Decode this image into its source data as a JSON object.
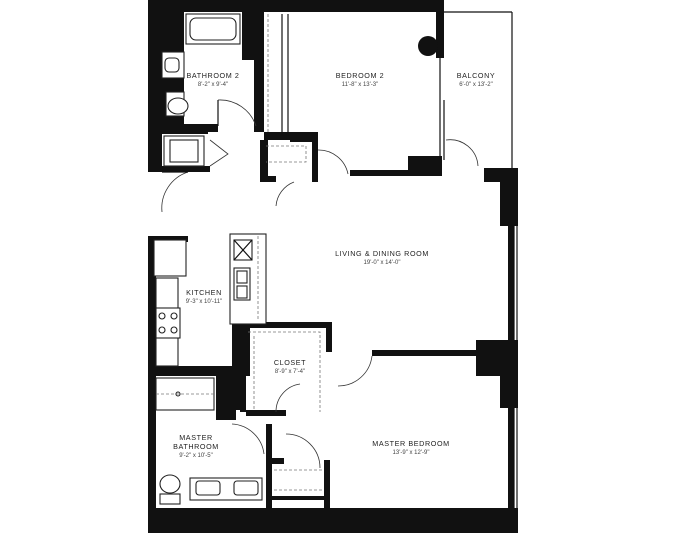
{
  "rooms": {
    "bathroom2": {
      "name": "BATHROOM 2",
      "dims": "8'-2\" x 9'-4\""
    },
    "bedroom2": {
      "name": "BEDROOM 2",
      "dims": "11'-8\" x 13'-3\""
    },
    "balcony": {
      "name": "BALCONY",
      "dims": "6'-0\" x 13'-2\""
    },
    "living": {
      "name": "LIVING & DINING ROOM",
      "dims": "19'-0\" x 14'-0\""
    },
    "kitchen": {
      "name": "KITCHEN",
      "dims": "9'-3\" x 10'-11\""
    },
    "closet": {
      "name": "CLOSET",
      "dims": "8'-9\" x 7'-4\""
    },
    "master_bathroom": {
      "name_line1": "MASTER",
      "name_line2": "BATHROOM",
      "dims": "9'-2\" x 10'-5\""
    },
    "master_bedroom": {
      "name": "MASTER BEDROOM",
      "dims": "13'-9\" x 12'-9\""
    }
  }
}
